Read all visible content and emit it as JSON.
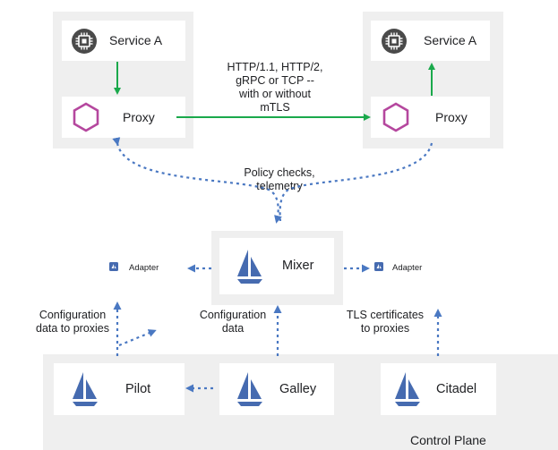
{
  "colors": {
    "region_bg": "#efefef",
    "card_bg": "#ffffff",
    "green_arrow": "#1aa94b",
    "blue_dotted": "#4a78c2",
    "proxy_hex": "#b5479e",
    "istio_sail": "#466bb0",
    "chip_dark": "#4a4a4a"
  },
  "left_pod": {
    "service": {
      "label": "Service A",
      "icon": "chip-icon"
    },
    "proxy": {
      "label": "Proxy",
      "icon": "hexagon-icon"
    }
  },
  "right_pod": {
    "service": {
      "label": "Service A",
      "icon": "chip-icon"
    },
    "proxy": {
      "label": "Proxy",
      "icon": "hexagon-icon"
    }
  },
  "traffic_label": [
    "HTTP/1.1, HTTP/2,",
    "gRPC or TCP --",
    "with or without",
    "mTLS"
  ],
  "policy_label": [
    "Policy checks,",
    "telemetry"
  ],
  "mixer": {
    "label": "Mixer",
    "icon": "istio-sail-icon"
  },
  "adapters": {
    "left": "Adapter",
    "right": "Adapter",
    "icon": "adapter-icon"
  },
  "annotations": {
    "pilot": [
      "Configuration",
      "data to proxies"
    ],
    "galley": [
      "Configuration",
      "data"
    ],
    "citadel": [
      "TLS certificates",
      "to proxies"
    ]
  },
  "control_plane": {
    "title": "Control Plane",
    "pilot": "Pilot",
    "galley": "Galley",
    "citadel": "Citadel"
  }
}
